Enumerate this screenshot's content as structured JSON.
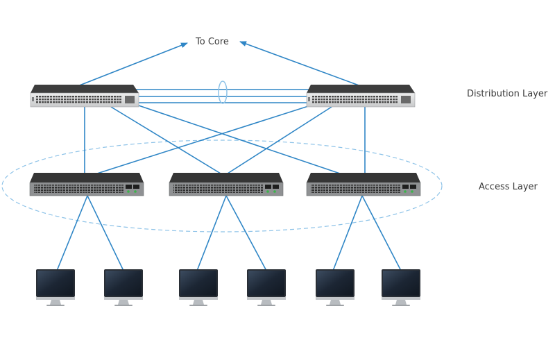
{
  "labels": {
    "to_core": "To Core",
    "distribution_layer": "Distribution Layer",
    "access_layer": "Access Layer"
  },
  "devices": {
    "distribution_switches": [
      "distribution-switch-left",
      "distribution-switch-right"
    ],
    "access_switches": [
      "access-switch-left",
      "access-switch-center",
      "access-switch-right"
    ],
    "monitors": [
      "monitor-1",
      "monitor-2",
      "monitor-3",
      "monitor-4",
      "monitor-5",
      "monitor-6"
    ]
  },
  "colors": {
    "link": "#2f86c6",
    "access_zone": "#8ec3e8",
    "switch_top": "#3d3d3d",
    "switch_front": "#d9dadb",
    "monitor_screen": "#1f2a38",
    "monitor_stand": "#b8bcc0"
  }
}
